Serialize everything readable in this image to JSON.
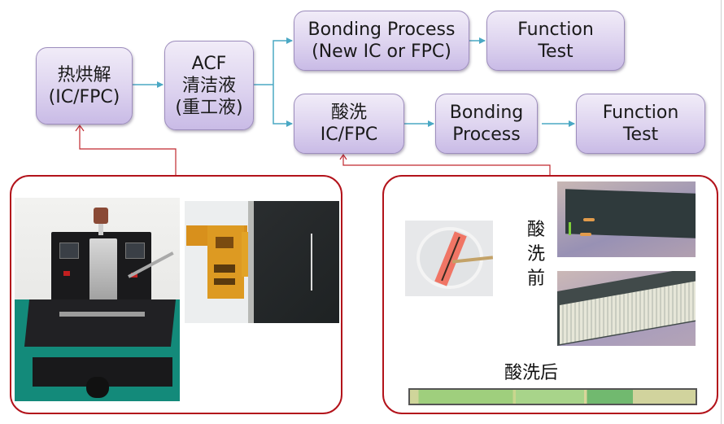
{
  "colors": {
    "box_fill": "#ddd3ef",
    "box_border": "#9d8dbd",
    "flow_arrow": "#4aa8c4",
    "feedback_arrow": "#c0282e",
    "panel_border": "#b3131b"
  },
  "flow": {
    "heat_remove": {
      "line1": "热烘解",
      "line2": "(IC/FPC)"
    },
    "acf_clean": {
      "line1": "ACF",
      "line2": "清洁液",
      "line3": "(重工液)"
    },
    "bonding_new": {
      "line1": "Bonding Process",
      "line2": "(New IC or FPC)"
    },
    "function_test_1": {
      "line1": "Function",
      "line2": "Test"
    },
    "pickling": {
      "line1": "酸洗",
      "line2": "IC/FPC"
    },
    "bonding": {
      "line1": "Bonding",
      "line2": "Process"
    },
    "function_test_2": {
      "line1": "Function",
      "line2": "Test"
    }
  },
  "right_panel": {
    "before_label": [
      "酸",
      "洗",
      "前"
    ],
    "after_label": "酸洗后"
  }
}
